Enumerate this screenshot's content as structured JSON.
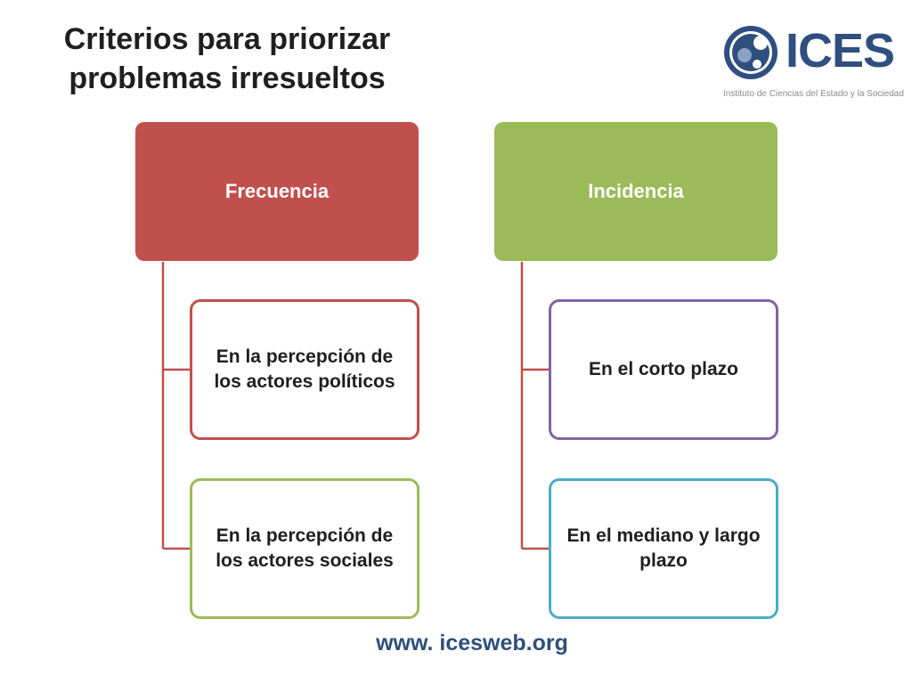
{
  "title": {
    "line1": "Criterios para priorizar",
    "line2": "problemas irresueltos"
  },
  "logo": {
    "icon": "ices-logo-mark",
    "name": "ICES",
    "subtitle": "Instituto de Ciencias del Estado y la Sociedad"
  },
  "diagram": {
    "columns": [
      {
        "header": "Frecuencia",
        "header_color": "#c0504d",
        "items": [
          {
            "text": "En la percepción de los actores  políticos",
            "border_color": "#c0504d"
          },
          {
            "text": "En la percepción de los actores sociales",
            "border_color": "#9bbb59"
          }
        ]
      },
      {
        "header": "Incidencia",
        "header_color": "#9bbb59",
        "items": [
          {
            "text": "En el corto plazo",
            "border_color": "#8064a2"
          },
          {
            "text": "En el mediano y largo plazo",
            "border_color": "#4bacc6"
          }
        ]
      }
    ]
  },
  "footer": {
    "website": "www. icesweb.org"
  }
}
